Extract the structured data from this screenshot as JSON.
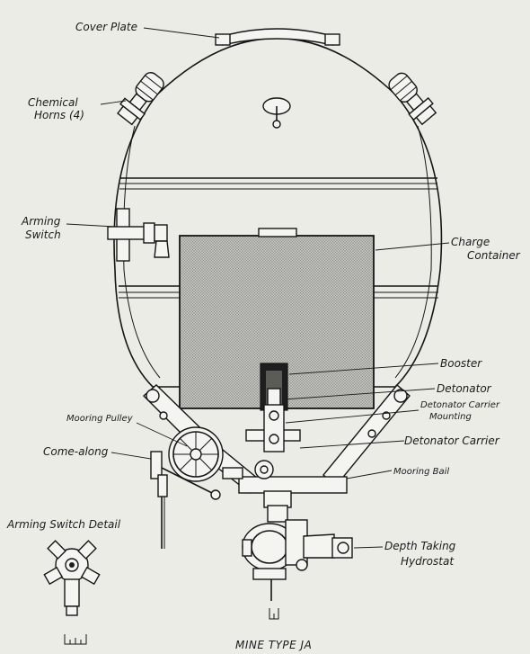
{
  "title": "MINE TYPE JA",
  "labels": {
    "cover_plate": "Cover Plate",
    "chemical_horns_1": "Chemical",
    "chemical_horns_2": "Horns (4)",
    "arming_switch_1": "Arming",
    "arming_switch_2": "Switch",
    "charge_container_1": "Charge",
    "charge_container_2": "Container",
    "booster": "Booster",
    "detonator": "Detonator",
    "detonator_carrier_mounting_1": "Detonator Carrier",
    "detonator_carrier_mounting_2": "Mounting",
    "mooring_pulley": "Mooring Pulley",
    "come_along": "Come-along",
    "detonator_carrier": "Detonator Carrier",
    "mooring_bail": "Mooring Bail",
    "arming_switch_detail": "Arming Switch Detail",
    "depth_taking_hydrostat_1": "Depth Taking",
    "depth_taking_hydrostat_2": "Hydrostat"
  },
  "colors": {
    "background": "#ecece7",
    "ink": "#151515",
    "charge_fill": "#b9b9b4"
  }
}
